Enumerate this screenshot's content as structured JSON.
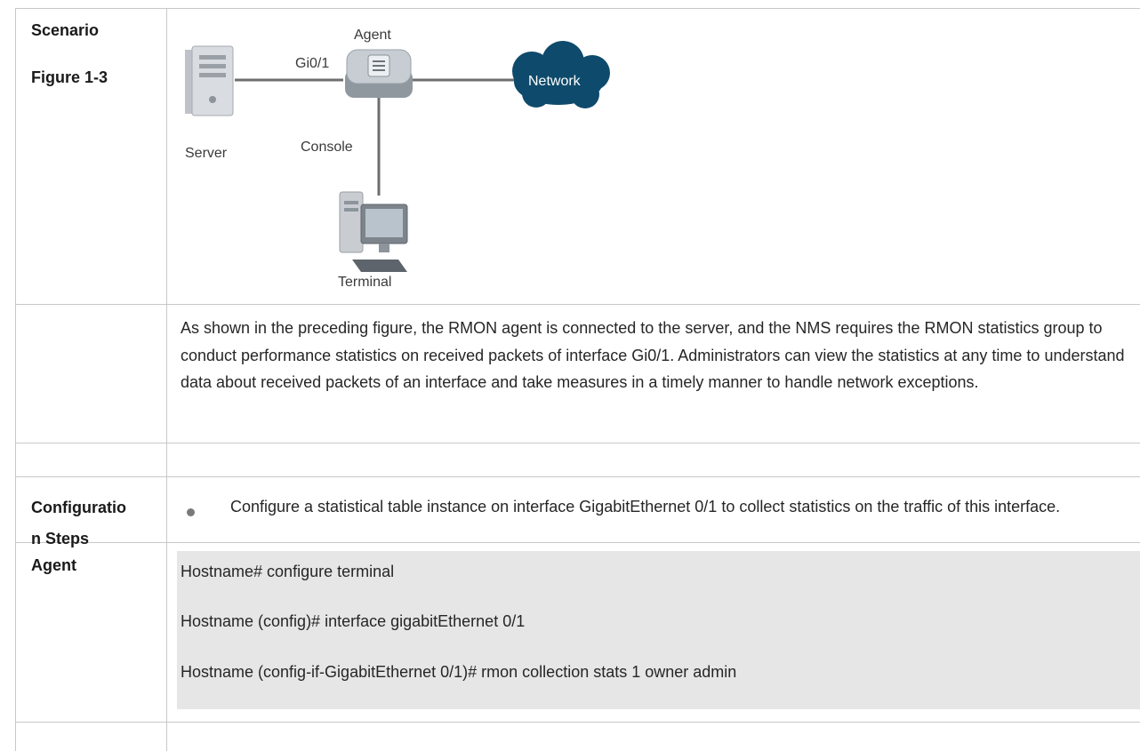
{
  "labels": {
    "scenario": "Scenario",
    "figure": "Figure 1-3",
    "config_steps_line1": "Configuratio",
    "config_steps_line2": "n Steps",
    "agent": "Agent"
  },
  "figure": {
    "agent_label": "Agent",
    "port_label": "Gi0/1",
    "network_label": "Network",
    "server_label": "Server",
    "console_label": "Console",
    "terminal_label": "Terminal"
  },
  "description": "As shown in the preceding figure, the RMON agent is connected to the server, and the NMS requires the RMON statistics group to conduct performance statistics on received packets of interface Gi0/1. Administrators can view the statistics at any time to understand data about received packets of an interface and take measures in a timely manner to handle network exceptions.",
  "steps": [
    {
      "text": "Configure a statistical table instance on interface GigabitEthernet 0/1 to collect statistics on the traffic of this interface."
    }
  ],
  "commands": [
    "Hostname# configure terminal",
    "Hostname (config)# interface gigabitEthernet 0/1",
    "Hostname (config-if-GigabitEthernet 0/1)# rmon collection stats 1 owner admin"
  ]
}
